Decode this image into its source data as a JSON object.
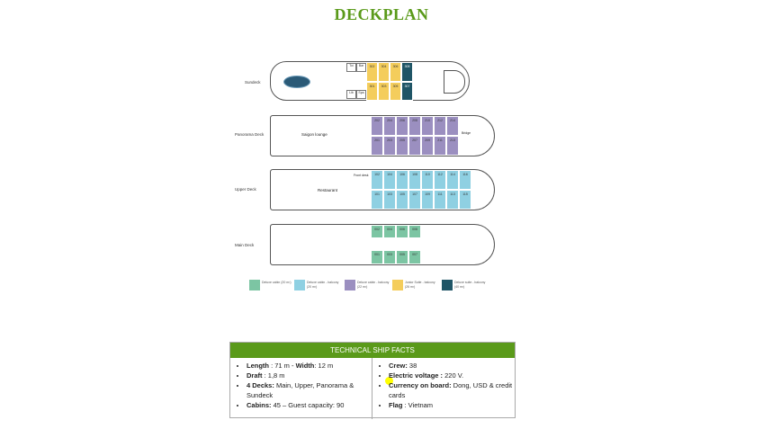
{
  "page": {
    "title": "DECKPLAN"
  },
  "decks": {
    "sundeck": {
      "label": "Sundeck",
      "small_rooms": [
        "Toi",
        "Bar",
        "Lib",
        "Spa"
      ],
      "top": [
        "302",
        "304",
        "306",
        "308"
      ],
      "bottom": [
        "301",
        "303",
        "305",
        "307"
      ]
    },
    "panorama": {
      "label": "Panorama Deck",
      "room": "Saigon lounge",
      "side": "Bridge",
      "top": [
        "202",
        "204",
        "206",
        "208",
        "210",
        "212",
        "214"
      ],
      "bottom": [
        "201",
        "203",
        "205",
        "207",
        "209",
        "211",
        "213"
      ]
    },
    "upper": {
      "label": "Upper Deck",
      "room": "Restaurant",
      "desk": "Front desk",
      "top": [
        "102",
        "104",
        "106",
        "108",
        "110",
        "112",
        "114",
        "116"
      ],
      "bottom": [
        "101",
        "103",
        "105",
        "107",
        "109",
        "111",
        "113",
        "115"
      ]
    },
    "main": {
      "label": "Main Deck",
      "top": [
        "002",
        "004",
        "006",
        "008"
      ],
      "bottom": [
        "001",
        "003",
        "005",
        "007"
      ]
    }
  },
  "legend": [
    {
      "text": "Deluxe cabin (20 m²)",
      "color": "#7cc5a3"
    },
    {
      "text": "Deluxe cabin - balcony (20 m²)",
      "color": "#8fd0e2"
    },
    {
      "text": "Deluxe cabin - balcony (22 m²)",
      "color": "#9b8fc0"
    },
    {
      "text": "Junior Suite - balcony (26 m²)",
      "color": "#f4cd5c"
    },
    {
      "text": "Deluxe suite - balcony (40 m²)",
      "color": "#1f5566"
    }
  ],
  "facts": {
    "heading": "TECHNICAL SHIP FACTS",
    "left": [
      {
        "label": "Length",
        "value": " : 71 m - ",
        "label2": "Width",
        "value2": ": 12 m"
      },
      {
        "label": "Draft",
        "value": " : 1,8 m"
      },
      {
        "label": "4 Decks:",
        "value": " Main, Upper, Panorama & Sundeck"
      },
      {
        "label": "Cabins:",
        "value": " 45 – Guest capacity: 90"
      }
    ],
    "right": [
      {
        "label": "Crew:",
        "value": " 38"
      },
      {
        "label": "Electric voltage :",
        "value": " 220 V."
      },
      {
        "label": "Currency on board:",
        "value": " Dong, USD & credit cards"
      },
      {
        "label": "Flag",
        "value": " : Vietnam"
      }
    ]
  }
}
